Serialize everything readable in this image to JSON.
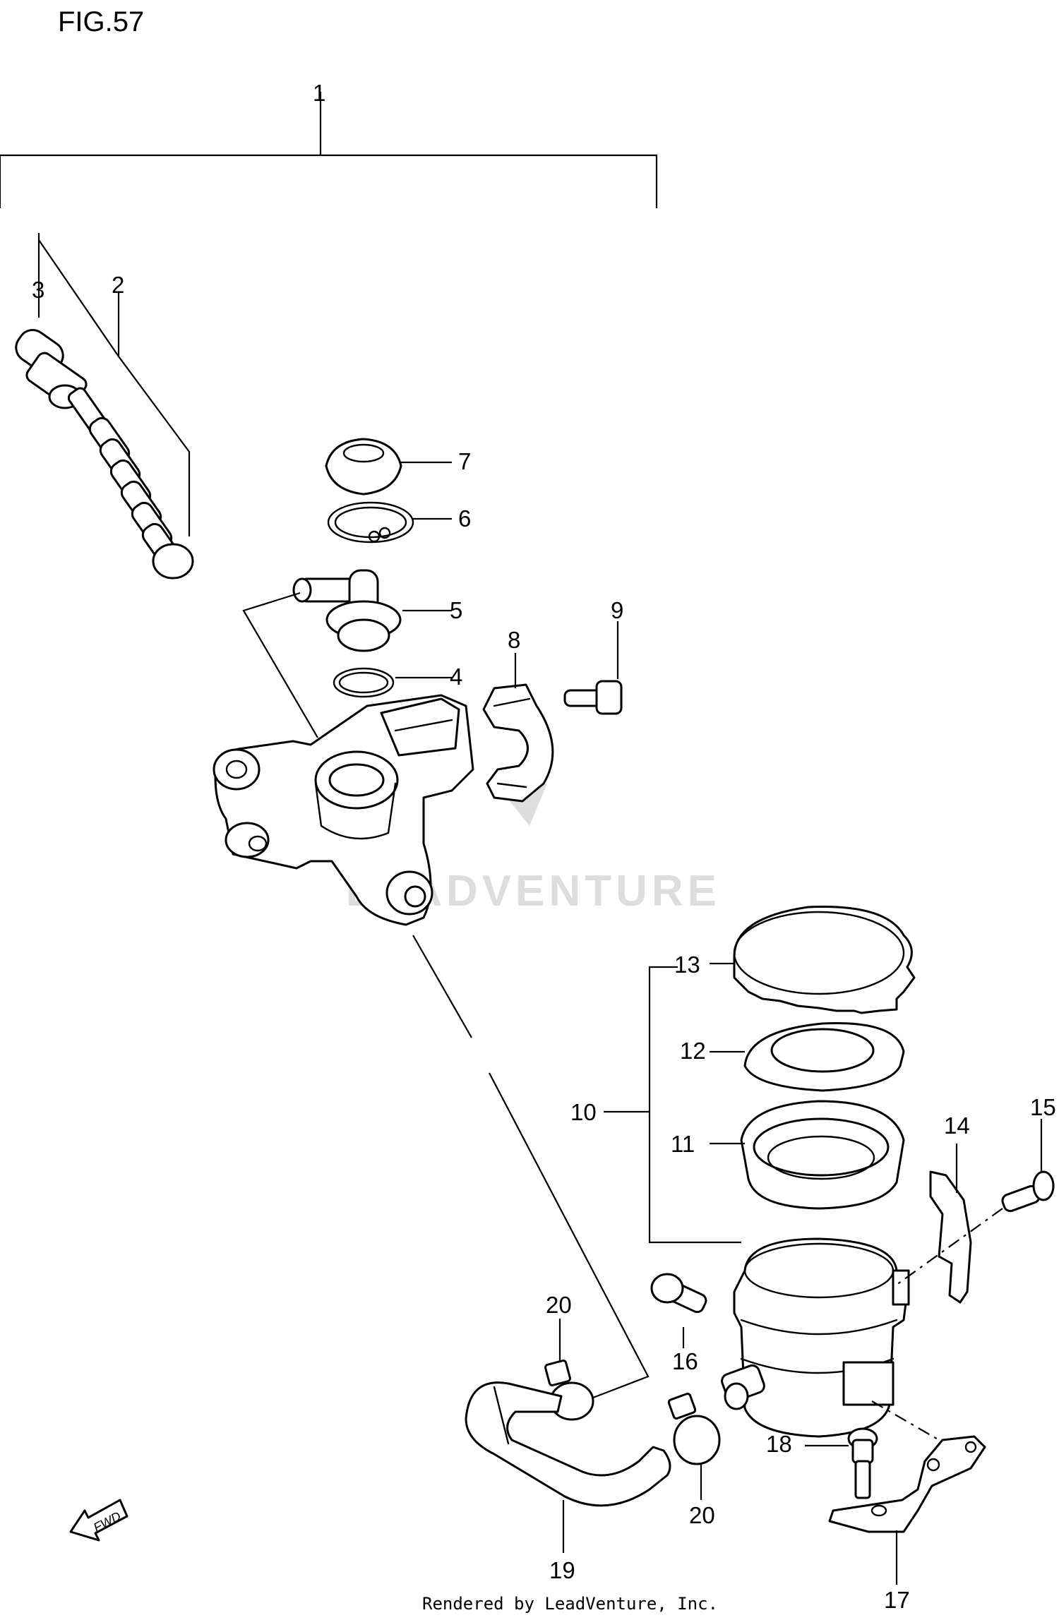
{
  "figure": {
    "title": "FIG.57"
  },
  "watermark": {
    "text": "LEADVENTURE"
  },
  "footer": {
    "text": "Rendered by LeadVenture, Inc."
  },
  "direction_marker": {
    "label": "FWD"
  },
  "callouts": {
    "c1": "1",
    "c2": "2",
    "c3": "3",
    "c4": "4",
    "c5": "5",
    "c6": "6",
    "c7": "7",
    "c8": "8",
    "c9": "9",
    "c10": "10",
    "c11": "11",
    "c12": "12",
    "c13": "13",
    "c14": "14",
    "c15": "15",
    "c16": "16",
    "c17": "17",
    "c18": "18",
    "c19": "19",
    "c20a": "20",
    "c20b": "20"
  }
}
